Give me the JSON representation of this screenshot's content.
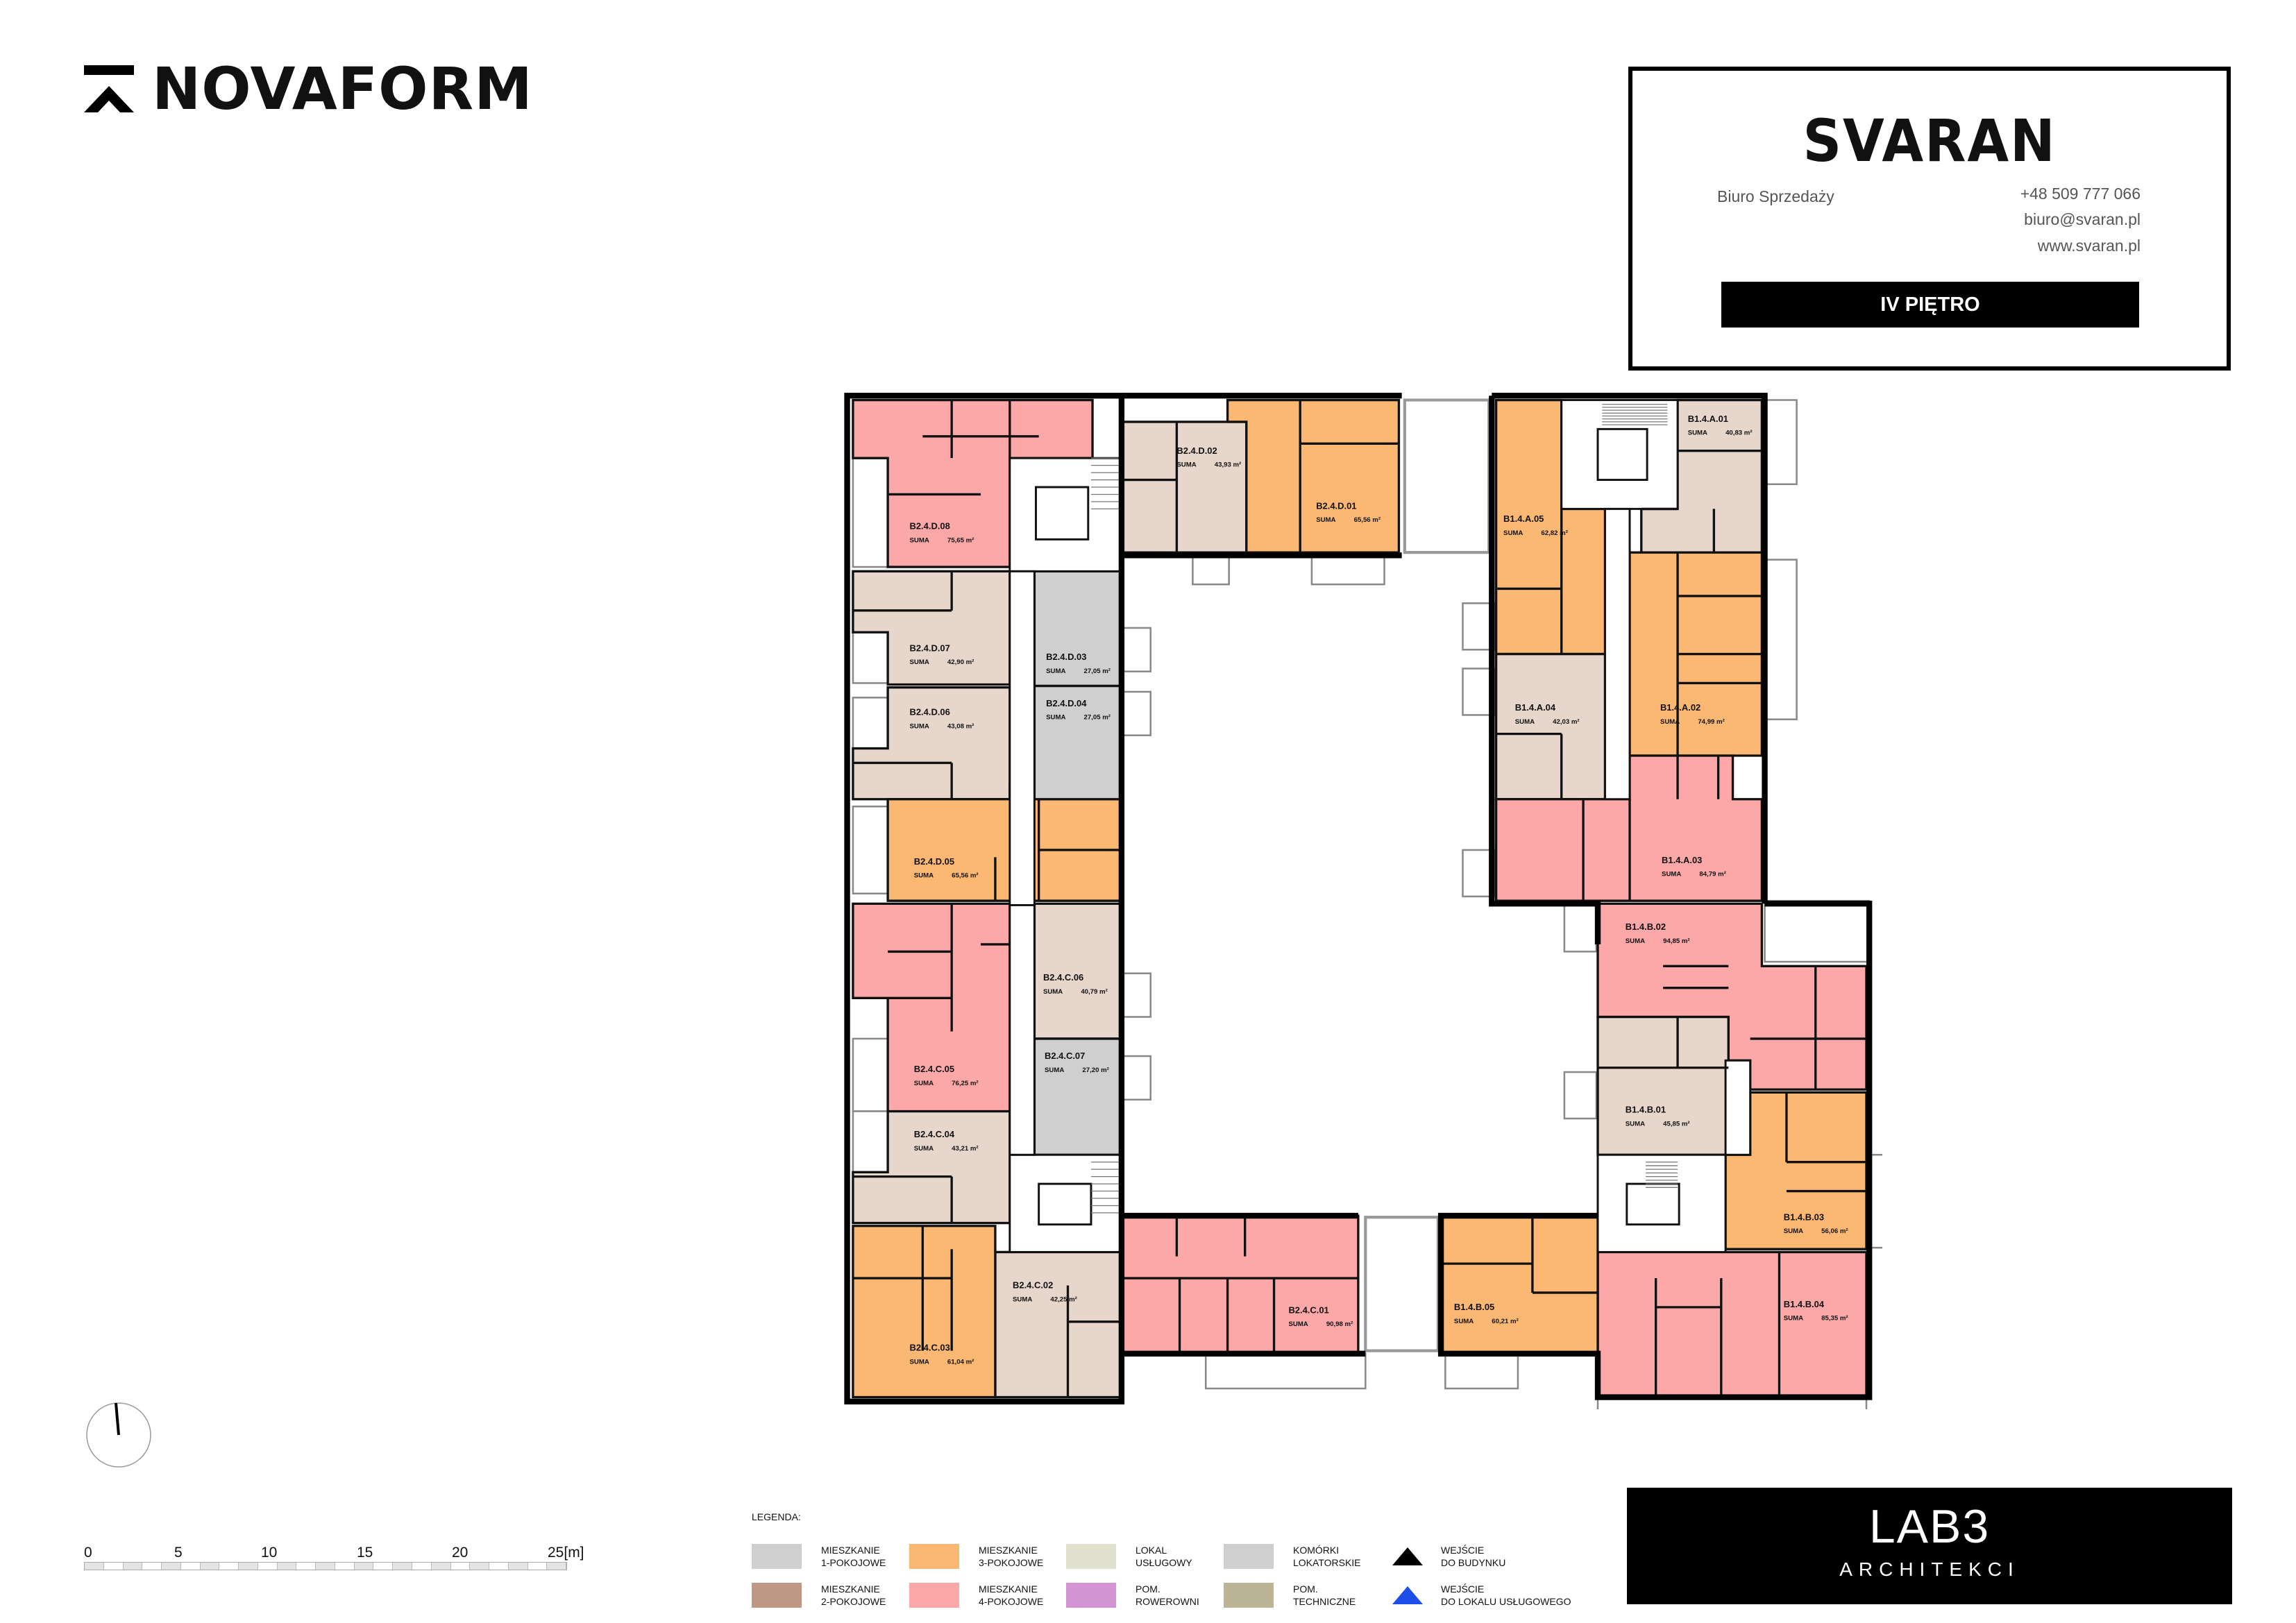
{
  "header": {
    "brand": "NOVAFORM"
  },
  "info_box": {
    "logo_text": "SVARAN",
    "office_label": "Biuro Sprzedaży",
    "phone": "+48 509 777 066",
    "email": "biuro@svaran.pl",
    "website": "www.svaran.pl",
    "floor_label": "IV PIĘTRO"
  },
  "units": [
    {
      "id": "B2.4.D.08",
      "suma": "SUMA",
      "area": "75,65 m²",
      "type": "4"
    },
    {
      "id": "B2.4.D.07",
      "suma": "SUMA",
      "area": "42,90 m²",
      "type": "2"
    },
    {
      "id": "B2.4.D.06",
      "suma": "SUMA",
      "area": "43,08 m²",
      "type": "2"
    },
    {
      "id": "B2.4.D.05",
      "suma": "SUMA",
      "area": "65,56 m²",
      "type": "3"
    },
    {
      "id": "B2.4.D.03",
      "suma": "SUMA",
      "area": "27,05 m²",
      "type": "1"
    },
    {
      "id": "B2.4.D.04",
      "suma": "SUMA",
      "area": "27,05 m²",
      "type": "1"
    },
    {
      "id": "B2.4.D.02",
      "suma": "SUMA",
      "area": "43,93 m²",
      "type": "2"
    },
    {
      "id": "B2.4.D.01",
      "suma": "SUMA",
      "area": "65,56 m²",
      "type": "3"
    },
    {
      "id": "B1.4.A.05",
      "suma": "SUMA",
      "area": "62,82 m²",
      "type": "3"
    },
    {
      "id": "B1.4.A.04",
      "suma": "SUMA",
      "area": "42,03 m²",
      "type": "2"
    },
    {
      "id": "B1.4.A.01",
      "suma": "SUMA",
      "area": "40,83 m²",
      "type": "2"
    },
    {
      "id": "B1.4.A.02",
      "suma": "SUMA",
      "area": "74,99 m²",
      "type": "3"
    },
    {
      "id": "B1.4.A.03",
      "suma": "SUMA",
      "area": "84,79 m²",
      "type": "4"
    },
    {
      "id": "B1.4.B.02",
      "suma": "SUMA",
      "area": "94,85 m²",
      "type": "4"
    },
    {
      "id": "B1.4.B.01",
      "suma": "SUMA",
      "area": "45,85 m²",
      "type": "2"
    },
    {
      "id": "B1.4.B.03",
      "suma": "SUMA",
      "area": "56,06 m²",
      "type": "3"
    },
    {
      "id": "B1.4.B.04",
      "suma": "SUMA",
      "area": "85,35 m²",
      "type": "4"
    },
    {
      "id": "B1.4.B.05",
      "suma": "SUMA",
      "area": "60,21 m²",
      "type": "3"
    },
    {
      "id": "B2.4.C.01",
      "suma": "SUMA",
      "area": "90,98 m²",
      "type": "4"
    },
    {
      "id": "B2.4.C.02",
      "suma": "SUMA",
      "area": "42,25 m²",
      "type": "2"
    },
    {
      "id": "B2.4.C.03",
      "suma": "SUMA",
      "area": "61,04 m²",
      "type": "3"
    },
    {
      "id": "B2.4.C.04",
      "suma": "SUMA",
      "area": "43,21 m²",
      "type": "2"
    },
    {
      "id": "B2.4.C.05",
      "suma": "SUMA",
      "area": "76,25 m²",
      "type": "4"
    },
    {
      "id": "B2.4.C.06",
      "suma": "SUMA",
      "area": "40,79 m²",
      "type": "2"
    },
    {
      "id": "B2.4.C.07",
      "suma": "SUMA",
      "area": "27,20 m²",
      "type": "1"
    }
  ],
  "plan_colors": {
    "1": "#cfcfcf",
    "2": "#e6d6cc",
    "3": "#fbb873",
    "4": "#fca8a8"
  },
  "legend": {
    "title": "LEGENDA:",
    "items": [
      {
        "line1": "MIESZKANIE",
        "line2": "1-POKOJOWE",
        "color": "#cfcfcf"
      },
      {
        "line1": "MIESZKANIE",
        "line2": "3-POKOJOWE",
        "color": "#fbb873"
      },
      {
        "line1": "LOKAL",
        "line2": "USŁUGOWY",
        "color": "#e1e1cf"
      },
      {
        "line1": "KOMÓRKI",
        "line2": "LOKATORSKIE",
        "color": "#cfcfcf"
      },
      {
        "line1": "WEJŚCIE",
        "line2": "DO BUDYNKU",
        "color": "#000000"
      },
      {
        "line1": "MIESZKANIE",
        "line2": "2-POKOJOWE",
        "color": "#bf9885"
      },
      {
        "line1": "MIESZKANIE",
        "line2": "4-POKOJOWE",
        "color": "#fca8a8"
      },
      {
        "line1": "POM.",
        "line2": "ROWEROWNI",
        "color": "#d494d4"
      },
      {
        "line1": "POM.",
        "line2": "TECHNICZNE",
        "color": "#bcb496"
      },
      {
        "line1": "WEJŚCIE",
        "line2": "DO LOKALU USŁUGOWEGO",
        "color": "#1d4ee8"
      }
    ]
  },
  "scale": {
    "labels": [
      "0",
      "5",
      "10",
      "15",
      "20",
      "25[m]"
    ]
  },
  "footer": {
    "architect_logo": "LAB3",
    "architect_sub": "ARCHITEKCI"
  }
}
